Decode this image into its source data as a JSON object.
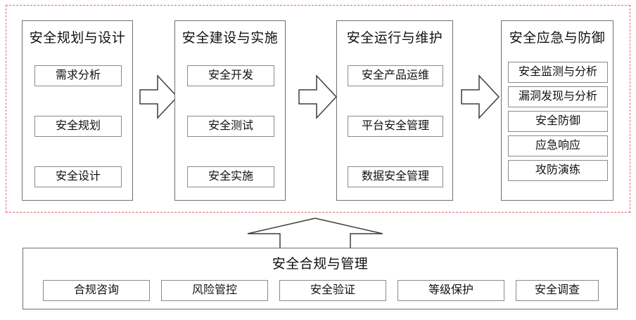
{
  "diagram": {
    "title_hidden": "",
    "colors": {
      "zone_border": "#e8646a",
      "box_border": "#6f6f6f",
      "item_border": "#8a8a8a",
      "arrow_stroke": "#3d3d3d",
      "background": "#ffffff"
    },
    "stages": [
      {
        "id": "planning-design",
        "title": "安全规划与设计",
        "items": [
          "需求分析",
          "安全规划",
          "安全设计"
        ]
      },
      {
        "id": "build-implement",
        "title": "安全建设与实施",
        "items": [
          "安全开发",
          "安全测试",
          "安全实施"
        ]
      },
      {
        "id": "operate-maintain",
        "title": "安全运行与维护",
        "items": [
          "安全产品运维",
          "平台安全管理",
          "数据安全管理"
        ]
      },
      {
        "id": "emergency-defense",
        "title": "安全应急与防御",
        "items": [
          "安全监测与分析",
          "漏洞发现与分析",
          "安全防御",
          "应急响应",
          "攻防演练"
        ]
      }
    ],
    "flow_arrows": [
      {
        "id": "arrow-stage1-to-stage2",
        "direction": "right"
      },
      {
        "id": "arrow-stage2-to-stage3",
        "direction": "right"
      },
      {
        "id": "arrow-stage3-to-stage4",
        "direction": "right"
      }
    ],
    "support_arrow": {
      "id": "arrow-support-to-lifecycle",
      "direction": "up"
    },
    "support": {
      "id": "compliance-management",
      "title": "安全合规与管理",
      "items": [
        "合规咨询",
        "风险管控",
        "安全验证",
        "等级保护",
        "安全调查"
      ]
    }
  }
}
